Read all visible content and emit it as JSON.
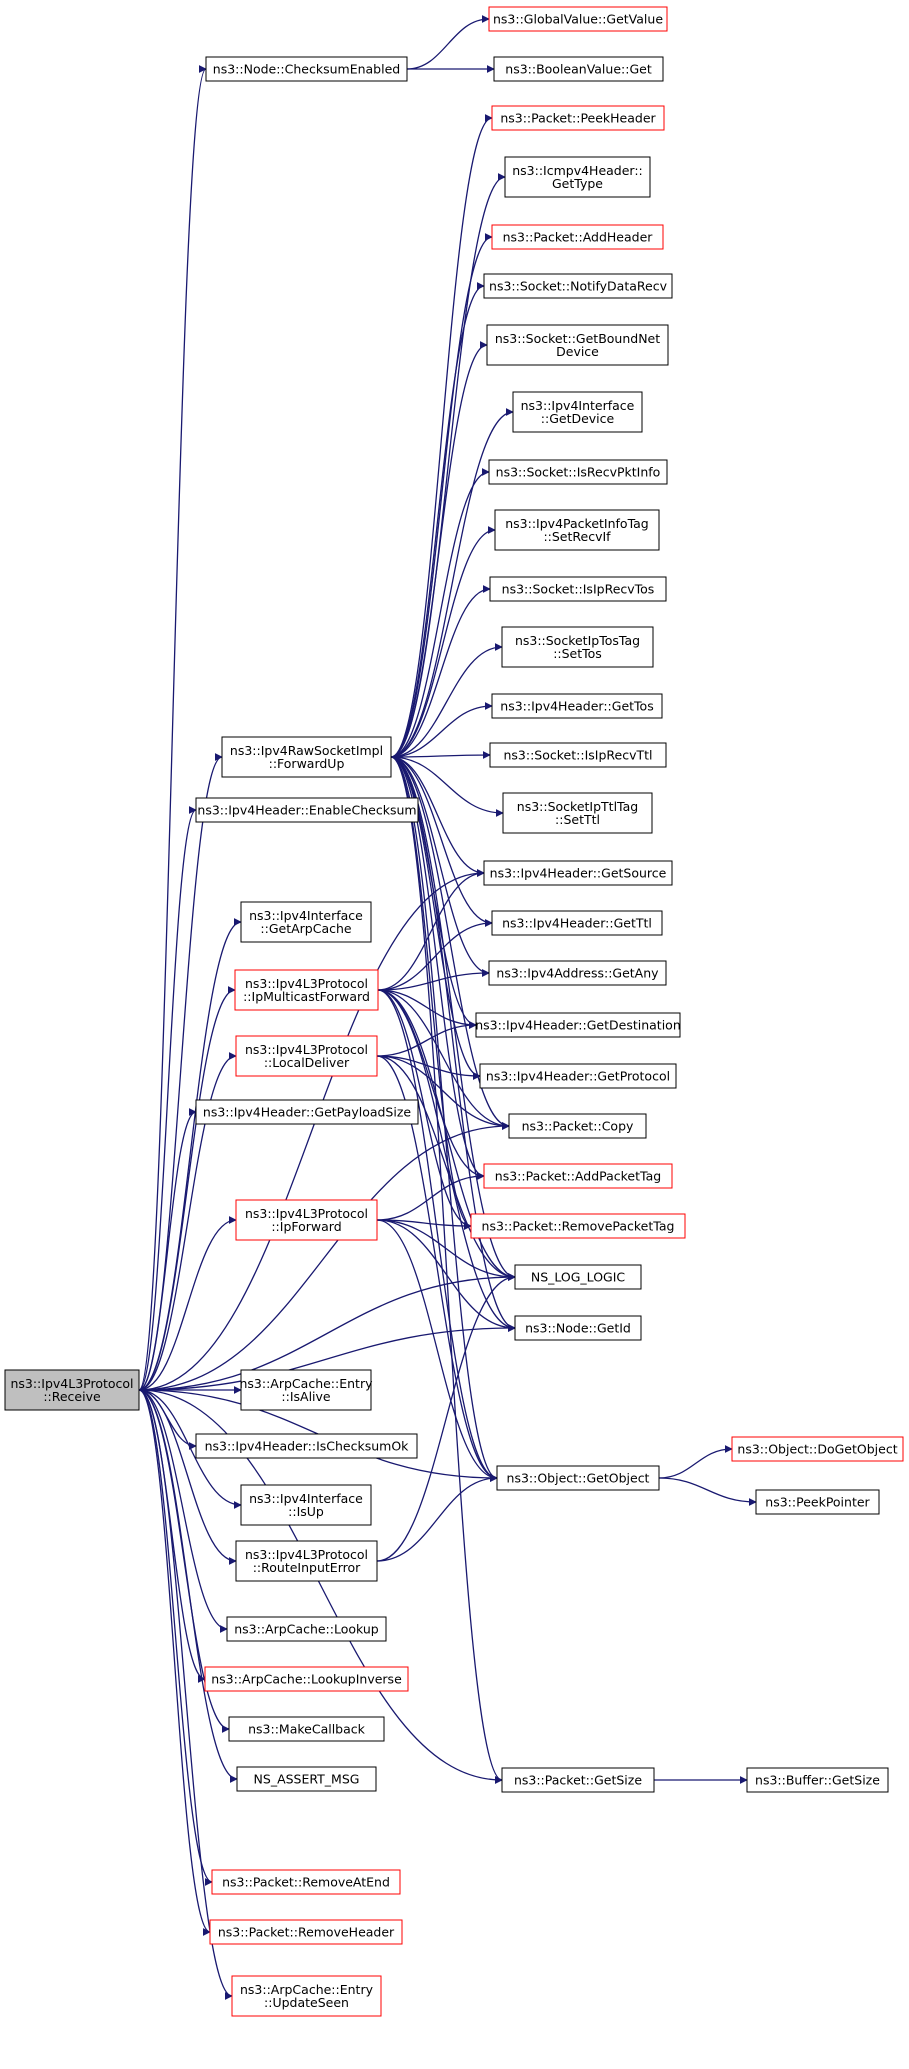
{
  "diagram": {
    "nodes": [
      {
        "id": "recv",
        "lines": [
          "ns3::Ipv4L3Protocol",
          "::Receive"
        ],
        "style": "root"
      },
      {
        "id": "csum",
        "lines": [
          "ns3::Node::ChecksumEnabled"
        ],
        "style": "black"
      },
      {
        "id": "gvget",
        "lines": [
          "ns3::GlobalValue::GetValue"
        ],
        "style": "red"
      },
      {
        "id": "boolget",
        "lines": [
          "ns3::BooleanValue::Get"
        ],
        "style": "black"
      },
      {
        "id": "peekhdr",
        "lines": [
          "ns3::Packet::PeekHeader"
        ],
        "style": "red"
      },
      {
        "id": "icmptype",
        "lines": [
          "ns3::Icmpv4Header::",
          "GetType"
        ],
        "style": "black"
      },
      {
        "id": "addhdr",
        "lines": [
          "ns3::Packet::AddHeader"
        ],
        "style": "red"
      },
      {
        "id": "notifyrecv",
        "lines": [
          "ns3::Socket::NotifyDataRecv"
        ],
        "style": "black"
      },
      {
        "id": "boundnet",
        "lines": [
          "ns3::Socket::GetBoundNet",
          "Device"
        ],
        "style": "black"
      },
      {
        "id": "ifgetdev",
        "lines": [
          "ns3::Ipv4Interface",
          "::GetDevice"
        ],
        "style": "black"
      },
      {
        "id": "isrecvpkt",
        "lines": [
          "ns3::Socket::IsRecvPktInfo"
        ],
        "style": "black"
      },
      {
        "id": "setrecvif",
        "lines": [
          "ns3::Ipv4PacketInfoTag",
          "::SetRecvIf"
        ],
        "style": "black"
      },
      {
        "id": "isiprecvtos",
        "lines": [
          "ns3::Socket::IsIpRecvTos"
        ],
        "style": "black"
      },
      {
        "id": "settos",
        "lines": [
          "ns3::SocketIpTosTag",
          "::SetTos"
        ],
        "style": "black"
      },
      {
        "id": "gettos",
        "lines": [
          "ns3::Ipv4Header::GetTos"
        ],
        "style": "black"
      },
      {
        "id": "iprecvttl",
        "lines": [
          "ns3::Socket::IsIpRecvTtl"
        ],
        "style": "black"
      },
      {
        "id": "setttl",
        "lines": [
          "ns3::SocketIpTtlTag",
          "::SetTtl"
        ],
        "style": "black"
      },
      {
        "id": "getsource",
        "lines": [
          "ns3::Ipv4Header::GetSource"
        ],
        "style": "black"
      },
      {
        "id": "getttl",
        "lines": [
          "ns3::Ipv4Header::GetTtl"
        ],
        "style": "black"
      },
      {
        "id": "getany",
        "lines": [
          "ns3::Ipv4Address::GetAny"
        ],
        "style": "black"
      },
      {
        "id": "getdest",
        "lines": [
          "ns3::Ipv4Header::GetDestination"
        ],
        "style": "black"
      },
      {
        "id": "getproto",
        "lines": [
          "ns3::Ipv4Header::GetProtocol"
        ],
        "style": "black"
      },
      {
        "id": "pcopy",
        "lines": [
          "ns3::Packet::Copy"
        ],
        "style": "black"
      },
      {
        "id": "addtag",
        "lines": [
          "ns3::Packet::AddPacketTag"
        ],
        "style": "red"
      },
      {
        "id": "removetag",
        "lines": [
          "ns3::Packet::RemovePacketTag"
        ],
        "style": "red"
      },
      {
        "id": "logic",
        "lines": [
          "NS_LOG_LOGIC"
        ],
        "style": "black"
      },
      {
        "id": "getid",
        "lines": [
          "ns3::Node::GetId"
        ],
        "style": "black"
      },
      {
        "id": "getobj",
        "lines": [
          "ns3::Object::GetObject"
        ],
        "style": "black"
      },
      {
        "id": "dogetobj",
        "lines": [
          "ns3::Object::DoGetObject"
        ],
        "style": "red"
      },
      {
        "id": "peekptr",
        "lines": [
          "ns3::PeekPointer"
        ],
        "style": "black"
      },
      {
        "id": "getsize",
        "lines": [
          "ns3::Packet::GetSize"
        ],
        "style": "black"
      },
      {
        "id": "bufsize",
        "lines": [
          "ns3::Buffer::GetSize"
        ],
        "style": "black"
      },
      {
        "id": "fwdup",
        "lines": [
          "ns3::Ipv4RawSocketImpl",
          "::ForwardUp"
        ],
        "style": "black"
      },
      {
        "id": "enablecsum",
        "lines": [
          "ns3::Ipv4Header::EnableChecksum"
        ],
        "style": "black"
      },
      {
        "id": "getarp",
        "lines": [
          "ns3::Ipv4Interface",
          "::GetArpCache"
        ],
        "style": "black"
      },
      {
        "id": "ipmcast",
        "lines": [
          "ns3::Ipv4L3Protocol",
          "::IpMulticastForward"
        ],
        "style": "red"
      },
      {
        "id": "localdel",
        "lines": [
          "ns3::Ipv4L3Protocol",
          "::LocalDeliver"
        ],
        "style": "red"
      },
      {
        "id": "payload",
        "lines": [
          "ns3::Ipv4Header::GetPayloadSize"
        ],
        "style": "black"
      },
      {
        "id": "ipfwd",
        "lines": [
          "ns3::Ipv4L3Protocol",
          "::IpForward"
        ],
        "style": "red"
      },
      {
        "id": "isalive",
        "lines": [
          "ns3::ArpCache::Entry",
          "::IsAlive"
        ],
        "style": "black"
      },
      {
        "id": "csumok",
        "lines": [
          "ns3::Ipv4Header::IsChecksumOk"
        ],
        "style": "black"
      },
      {
        "id": "isup",
        "lines": [
          "ns3::Ipv4Interface",
          "::IsUp"
        ],
        "style": "black"
      },
      {
        "id": "rterr",
        "lines": [
          "ns3::Ipv4L3Protocol",
          "::RouteInputError"
        ],
        "style": "black"
      },
      {
        "id": "lookup",
        "lines": [
          "ns3::ArpCache::Lookup"
        ],
        "style": "black"
      },
      {
        "id": "lookupinv",
        "lines": [
          "ns3::ArpCache::LookupInverse"
        ],
        "style": "red"
      },
      {
        "id": "makecb",
        "lines": [
          "ns3::MakeCallback"
        ],
        "style": "black"
      },
      {
        "id": "assertmsg",
        "lines": [
          "NS_ASSERT_MSG"
        ],
        "style": "black"
      },
      {
        "id": "rmend",
        "lines": [
          "ns3::Packet::RemoveAtEnd"
        ],
        "style": "red"
      },
      {
        "id": "rmhdr",
        "lines": [
          "ns3::Packet::RemoveHeader"
        ],
        "style": "red"
      },
      {
        "id": "updseen",
        "lines": [
          "ns3::ArpCache::Entry",
          "::UpdateSeen"
        ],
        "style": "red"
      }
    ],
    "edges": [
      [
        "recv",
        "csum"
      ],
      [
        "recv",
        "fwdup"
      ],
      [
        "recv",
        "enablecsum"
      ],
      [
        "recv",
        "getsource"
      ],
      [
        "recv",
        "getarp"
      ],
      [
        "recv",
        "ipmcast"
      ],
      [
        "recv",
        "localdel"
      ],
      [
        "recv",
        "payload"
      ],
      [
        "recv",
        "pcopy"
      ],
      [
        "recv",
        "ipfwd"
      ],
      [
        "recv",
        "logic"
      ],
      [
        "recv",
        "getid"
      ],
      [
        "recv",
        "isalive"
      ],
      [
        "recv",
        "csumok"
      ],
      [
        "recv",
        "isup"
      ],
      [
        "recv",
        "rterr"
      ],
      [
        "recv",
        "lookup"
      ],
      [
        "recv",
        "lookupinv"
      ],
      [
        "recv",
        "makecb"
      ],
      [
        "recv",
        "assertmsg"
      ],
      [
        "recv",
        "getobj"
      ],
      [
        "recv",
        "getsize"
      ],
      [
        "recv",
        "rmend"
      ],
      [
        "recv",
        "rmhdr"
      ],
      [
        "recv",
        "updseen"
      ],
      [
        "csum",
        "gvget"
      ],
      [
        "csum",
        "boolget"
      ],
      [
        "fwdup",
        "peekhdr"
      ],
      [
        "fwdup",
        "icmptype"
      ],
      [
        "fwdup",
        "addhdr"
      ],
      [
        "fwdup",
        "notifyrecv"
      ],
      [
        "fwdup",
        "boundnet"
      ],
      [
        "fwdup",
        "ifgetdev"
      ],
      [
        "fwdup",
        "isrecvpkt"
      ],
      [
        "fwdup",
        "setrecvif"
      ],
      [
        "fwdup",
        "isiprecvtos"
      ],
      [
        "fwdup",
        "settos"
      ],
      [
        "fwdup",
        "gettos"
      ],
      [
        "fwdup",
        "iprecvttl"
      ],
      [
        "fwdup",
        "setttl"
      ],
      [
        "fwdup",
        "getsource"
      ],
      [
        "fwdup",
        "getttl"
      ],
      [
        "fwdup",
        "getany"
      ],
      [
        "fwdup",
        "getdest"
      ],
      [
        "fwdup",
        "getproto"
      ],
      [
        "fwdup",
        "pcopy"
      ],
      [
        "fwdup",
        "addtag"
      ],
      [
        "fwdup",
        "removetag"
      ],
      [
        "fwdup",
        "logic"
      ],
      [
        "fwdup",
        "getid"
      ],
      [
        "fwdup",
        "getobj"
      ],
      [
        "fwdup",
        "getsize"
      ],
      [
        "ipmcast",
        "getsource"
      ],
      [
        "ipmcast",
        "getttl"
      ],
      [
        "ipmcast",
        "getany"
      ],
      [
        "ipmcast",
        "getdest"
      ],
      [
        "ipmcast",
        "pcopy"
      ],
      [
        "ipmcast",
        "addtag"
      ],
      [
        "ipmcast",
        "removetag"
      ],
      [
        "ipmcast",
        "logic"
      ],
      [
        "ipmcast",
        "getid"
      ],
      [
        "ipmcast",
        "getobj"
      ],
      [
        "localdel",
        "getdest"
      ],
      [
        "localdel",
        "getproto"
      ],
      [
        "localdel",
        "pcopy"
      ],
      [
        "localdel",
        "logic"
      ],
      [
        "localdel",
        "getobj"
      ],
      [
        "ipfwd",
        "addtag"
      ],
      [
        "ipfwd",
        "removetag"
      ],
      [
        "ipfwd",
        "logic"
      ],
      [
        "ipfwd",
        "getid"
      ],
      [
        "ipfwd",
        "getobj"
      ],
      [
        "rterr",
        "logic"
      ],
      [
        "rterr",
        "getobj"
      ],
      [
        "getobj",
        "dogetobj"
      ],
      [
        "getobj",
        "peekptr"
      ],
      [
        "getsize",
        "bufsize"
      ]
    ]
  }
}
